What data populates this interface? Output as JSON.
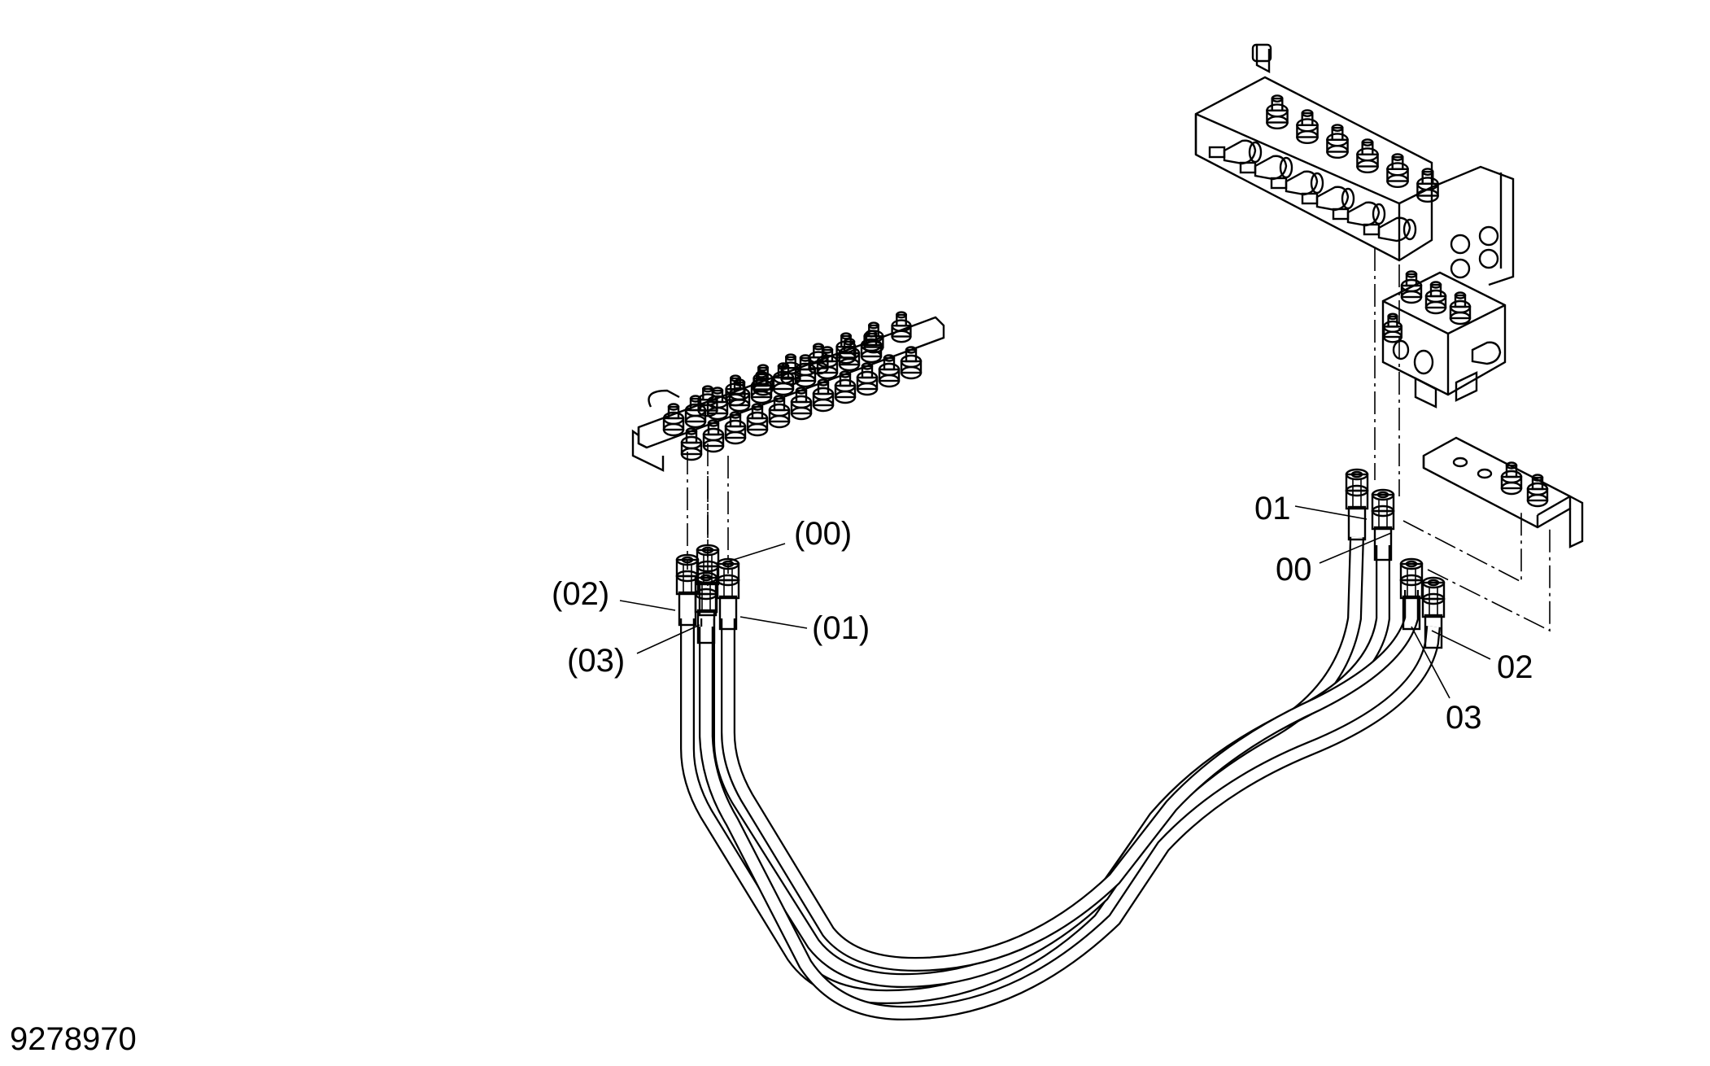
{
  "drawing": {
    "part_number": "9278970",
    "labels_left": [
      {
        "id": "l-00",
        "text": "(00)"
      },
      {
        "id": "l-02",
        "text": "(02)"
      },
      {
        "id": "l-01",
        "text": "(01)"
      },
      {
        "id": "l-03",
        "text": "(03)"
      }
    ],
    "labels_right": [
      {
        "id": "r-01",
        "text": "01"
      },
      {
        "id": "r-00",
        "text": "00"
      },
      {
        "id": "r-02",
        "text": "02"
      },
      {
        "id": "r-03",
        "text": "03"
      }
    ]
  }
}
